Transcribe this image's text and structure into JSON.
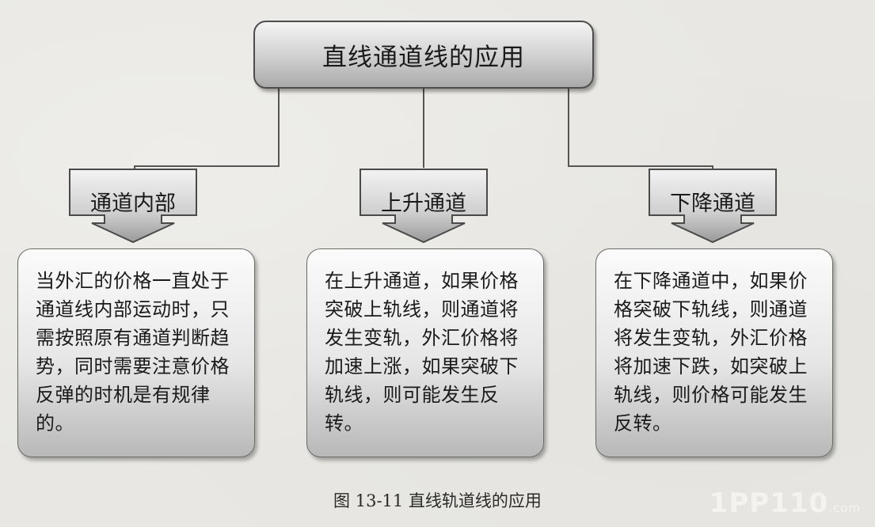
{
  "title": "直线通道线的应用",
  "branches": [
    {
      "label": "通道内部",
      "text": "当外汇的价格一直处于通道线内部运动时，只需按照原有通道判断趋势，同时需要注意价格反弹的时机是有规律的。"
    },
    {
      "label": "上升通道",
      "text": "在上升通道，如果价格突破上轨线，则通道将发生变轨，外汇价格将加速上涨，如果突破下轨线，则可能发生反转。"
    },
    {
      "label": "下降通道",
      "text": "在下降通道中，如果价格突破下轨线，则通道将发生变轨，外汇价格将加速下跌，如突破上轨线，则价格可能发生反转。"
    }
  ],
  "caption": "图 13-11  直线轨道线的应用",
  "watermark": {
    "main": "1PP110",
    "suffix": ".com"
  }
}
